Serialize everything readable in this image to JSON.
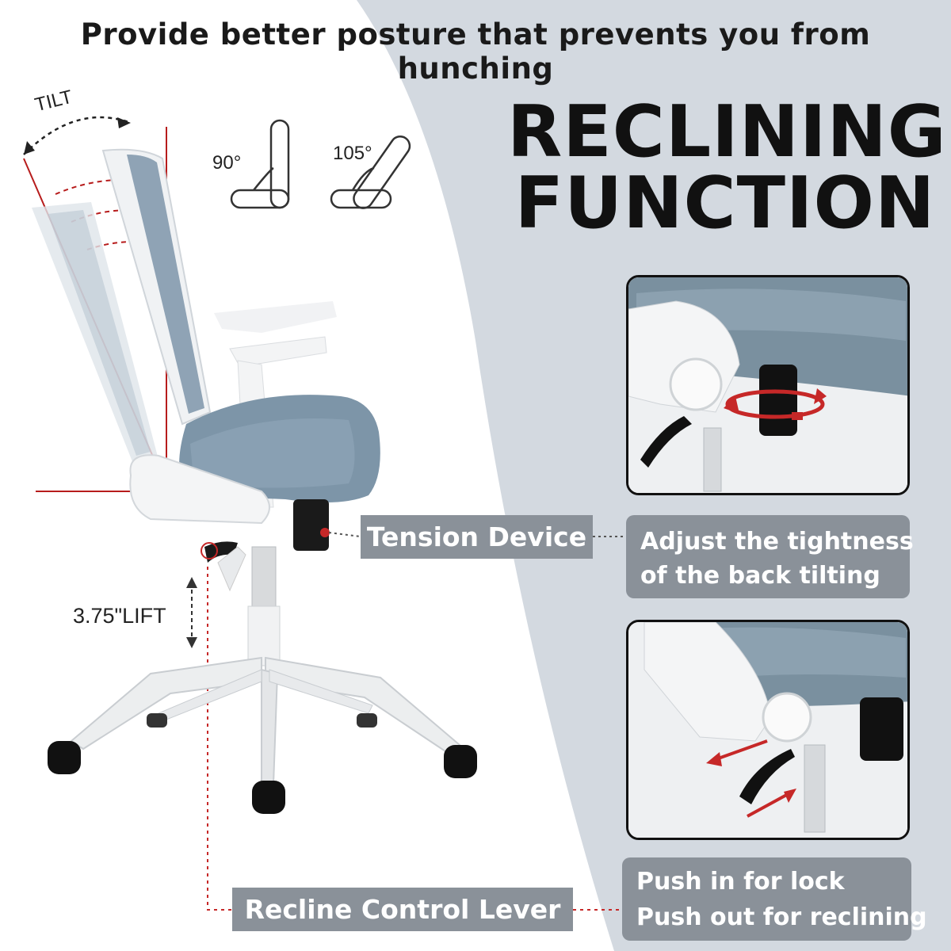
{
  "headline": "Provide better posture that prevents you from hunching",
  "title": {
    "line1": "RECLINING",
    "line2": "FUNCTION"
  },
  "angles": {
    "a90": "90°",
    "a105": "105°",
    "tilt": "TILT"
  },
  "lift_label": "3.75\"LIFT",
  "callouts": {
    "tension_device": "Tension Device",
    "tension_desc_line1": "Adjust the tightness",
    "tension_desc_line2": "of the back tilting",
    "recline_lever": "Recline Control Lever",
    "lever_desc_line1": "Push in for lock",
    "lever_desc_line2": "Push out for reclining"
  },
  "colors": {
    "panel_bg": "#d3d9e0",
    "tag_gray": "#8a9199",
    "mesh_blue": "#8fa3b5",
    "seat_blue": "#7d95a8",
    "frame_white": "#f2f2f2",
    "accent_red": "#c62828",
    "wheel_black": "#111111"
  }
}
